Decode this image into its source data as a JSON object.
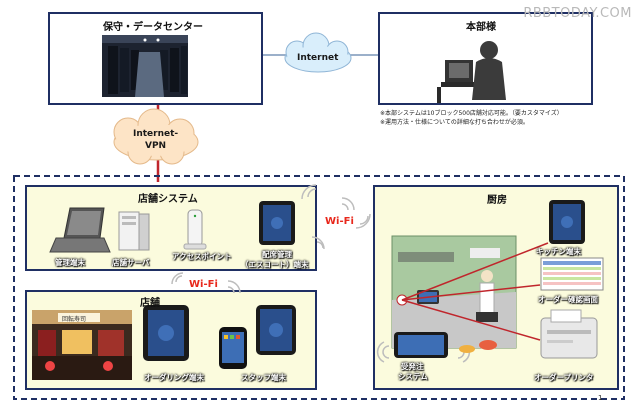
{
  "watermark": "RBBTODAY.COM",
  "datacenter": {
    "title": "保守・データセンター"
  },
  "hq": {
    "title": "本部様",
    "note_line1": "※本部システムは10ブロック500店舗対応可能。（要カスタマイズ）",
    "note_line2": "※運用方法・仕様についての詳細な打ち合わせが必須。"
  },
  "clouds": {
    "internet": "Internet",
    "vpn_line1": "Internet-",
    "vpn_line2": "VPN"
  },
  "store_system": {
    "title": "店舗システム",
    "items": [
      "管理端末",
      "店舗サーバ",
      "アクセスポイント",
      "配席管理",
      "（エスコート）端末"
    ]
  },
  "store": {
    "title": "店舗",
    "sign": "回転寿司",
    "items": [
      "オーダリング端末",
      "スタッフ端末"
    ]
  },
  "kitchen": {
    "title": "厨房",
    "items": [
      "キッチン端末",
      "オーダー確認画面",
      "受発注",
      "システム",
      "オーダープリンタ"
    ]
  },
  "wifi_labels": [
    "Wi-Fi",
    "Wi-Fi"
  ],
  "colors": {
    "navy": "#1f2f63",
    "panel": "#fbfbdd",
    "red_line": "#c0262c",
    "wifi": "#e8281c"
  },
  "page_number": "1"
}
